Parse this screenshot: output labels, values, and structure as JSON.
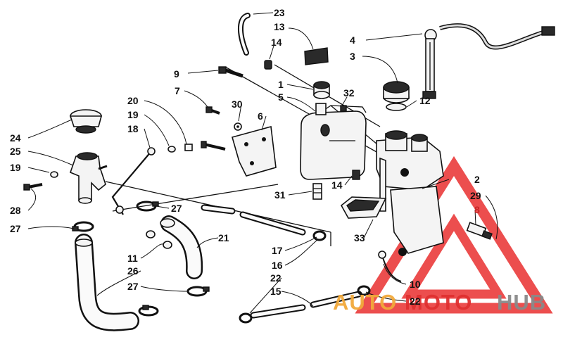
{
  "diagram": {
    "callouts": [
      {
        "id": "23",
        "label": "23"
      },
      {
        "id": "13",
        "label": "13"
      },
      {
        "id": "14a",
        "label": "14"
      },
      {
        "id": "4",
        "label": "4"
      },
      {
        "id": "3",
        "label": "3"
      },
      {
        "id": "9",
        "label": "9"
      },
      {
        "id": "1",
        "label": "1"
      },
      {
        "id": "5",
        "label": "5"
      },
      {
        "id": "32",
        "label": "32"
      },
      {
        "id": "12",
        "label": "12"
      },
      {
        "id": "7",
        "label": "7"
      },
      {
        "id": "20",
        "label": "20"
      },
      {
        "id": "30",
        "label": "30"
      },
      {
        "id": "6",
        "label": "6"
      },
      {
        "id": "19a",
        "label": "19"
      },
      {
        "id": "18",
        "label": "18"
      },
      {
        "id": "24",
        "label": "24"
      },
      {
        "id": "25",
        "label": "25"
      },
      {
        "id": "19b",
        "label": "19"
      },
      {
        "id": "2",
        "label": "2"
      },
      {
        "id": "29",
        "label": "29"
      },
      {
        "id": "8",
        "label": "8"
      },
      {
        "id": "14b",
        "label": "14"
      },
      {
        "id": "31",
        "label": "31"
      },
      {
        "id": "27a",
        "label": "27"
      },
      {
        "id": "28",
        "label": "28"
      },
      {
        "id": "27b",
        "label": "27"
      },
      {
        "id": "33",
        "label": "33"
      },
      {
        "id": "21",
        "label": "21"
      },
      {
        "id": "11",
        "label": "11"
      },
      {
        "id": "17",
        "label": "17"
      },
      {
        "id": "16",
        "label": "16"
      },
      {
        "id": "26",
        "label": "26"
      },
      {
        "id": "27c",
        "label": "27"
      },
      {
        "id": "22a",
        "label": "22"
      },
      {
        "id": "15",
        "label": "15"
      },
      {
        "id": "10",
        "label": "10"
      },
      {
        "id": "22b",
        "label": "22"
      }
    ]
  },
  "watermark": {
    "part1": "AUTO",
    "part2": "MOTO",
    "part3": "HUB",
    "colors": {
      "orange": "#f2a93b",
      "red": "#e03030",
      "gray": "#8a8a8a",
      "triangle": "#ea3b3b"
    }
  }
}
